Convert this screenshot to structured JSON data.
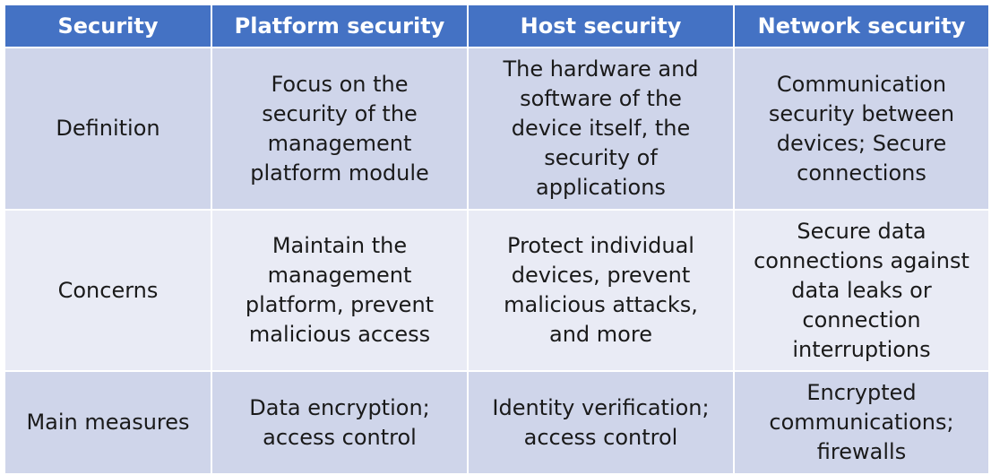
{
  "table": {
    "headers": [
      "Security",
      "Platform security",
      "Host security",
      "Network security"
    ],
    "rows": [
      {
        "label": "Definition",
        "platform": "Focus on the security of the management platform module",
        "host": "The hardware and software of the device itself, the security of applications",
        "network": "Communication security between devices; Secure connections"
      },
      {
        "label": "Concerns",
        "platform": "Maintain the management platform, prevent malicious access",
        "host": "Protect individual devices, prevent malicious attacks, and more",
        "network": "Secure data connections against data leaks or connection interruptions"
      },
      {
        "label": "Main measures",
        "platform": "Data encryption; access control",
        "host": "Identity verification; access control",
        "network": "Encrypted communications; firewalls"
      }
    ]
  },
  "colors": {
    "header_bg": "#4472c4",
    "header_text": "#ffffff",
    "row_band_dark": "#cfd5ea",
    "row_band_light": "#e9ebf5"
  }
}
